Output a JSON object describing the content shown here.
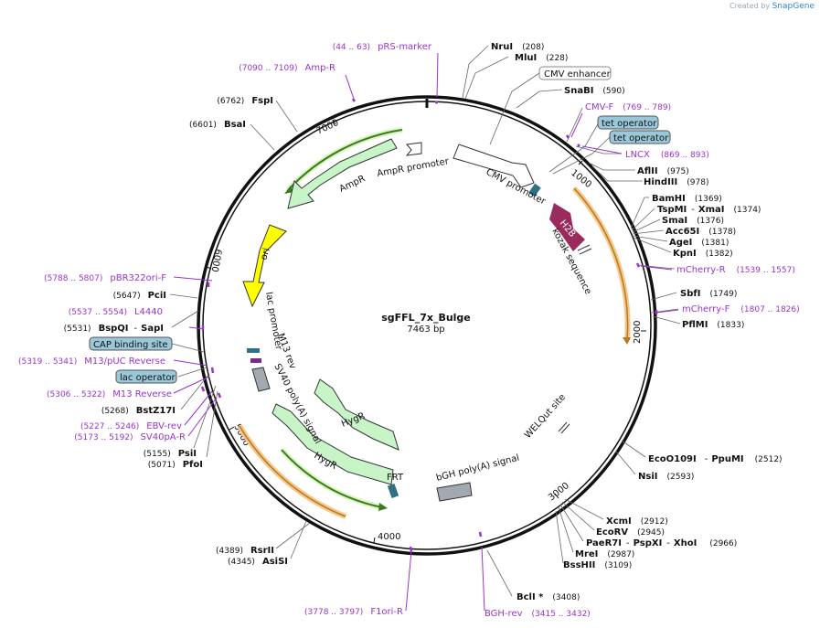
{
  "credit": {
    "prefix": "Created by",
    "brand": "SnapGene"
  },
  "plasmid": {
    "name": "sgFFL_7x_Bulge",
    "size": "7463 bp"
  },
  "colors": {
    "primer": "#9933cc",
    "enzyme": "#000000",
    "ring": "#111111",
    "gene": "#c8f5c8",
    "pink": "#9b2b5c",
    "ori": "#ffff00",
    "orange": "#f5a623"
  },
  "ticks": [
    "1000",
    "2000",
    "3000",
    "4000",
    "5000",
    "6000",
    "7000"
  ],
  "features": {
    "cmv_promoter": "CMV promoter",
    "h2b": "H2B",
    "kozak": "kozak sequence",
    "welq": "WELQut site",
    "bgh": "bGH poly(A) signal",
    "frt": "FRT",
    "hygr1": "HygR",
    "hygr2": "HygR",
    "sv40": "SV40 poly(A) signal",
    "m13rev": "M13 rev",
    "lac_promoter": "lac promoter",
    "ori": "ori",
    "ampr": "AmpR",
    "ampr_promoter": "AmpR promoter"
  },
  "labels_right": [
    {
      "name": "NruI",
      "pos": "(208)"
    },
    {
      "name": "MluI",
      "pos": "(228)"
    },
    {
      "name": "CMV enhancer",
      "pos": "",
      "boxed": "white"
    },
    {
      "name": "SnaBI",
      "pos": "(590)"
    },
    {
      "name": "CMV-F",
      "pos": "(769 .. 789)",
      "primer": true
    },
    {
      "name": "tet operator",
      "pos": "",
      "boxed": "blue"
    },
    {
      "name": "tet operator",
      "pos": "",
      "boxed": "blue"
    },
    {
      "name": "LNCX",
      "pos": "(869 .. 893)",
      "primer": true
    },
    {
      "name": "AflII",
      "pos": "(975)"
    },
    {
      "name": "HindIII",
      "pos": "(978)"
    },
    {
      "name": "BamHI",
      "pos": "(1369)"
    },
    {
      "name": "TspMI",
      "pos": "(1374)",
      "pair": "XmaI"
    },
    {
      "name": "SmaI",
      "pos": "(1376)"
    },
    {
      "name": "Acc65I",
      "pos": "(1378)"
    },
    {
      "name": "AgeI",
      "pos": "(1381)"
    },
    {
      "name": "KpnI",
      "pos": "(1382)"
    },
    {
      "name": "mCherry-R",
      "pos": "(1539 .. 1557)",
      "primer": true
    },
    {
      "name": "SbfI",
      "pos": "(1749)"
    },
    {
      "name": "mCherry-F",
      "pos": "(1807 .. 1826)",
      "primer": true
    },
    {
      "name": "PflMI",
      "pos": "(1833)"
    },
    {
      "name": "EcoO109I",
      "pos": "(2512)",
      "pair": "PpuMI"
    },
    {
      "name": "NsiI",
      "pos": "(2593)"
    },
    {
      "name": "XcmI",
      "pos": "(2912)"
    },
    {
      "name": "EcoRV",
      "pos": "(2945)"
    },
    {
      "name": "PaeR7I",
      "pos": "(2966)",
      "pair2": "PspXI",
      "pair3": "XhoI"
    },
    {
      "name": "MreI",
      "pos": "(2987)"
    },
    {
      "name": "BssHII",
      "pos": "(3109)"
    },
    {
      "name": "BclI *",
      "pos": "(3408)"
    },
    {
      "name": "BGH-rev",
      "pos": "(3415 .. 3432)",
      "primer": true
    }
  ],
  "labels_left": [
    {
      "name": "pRS-marker",
      "pos": "(44 .. 63)",
      "primer": true
    },
    {
      "name": "Amp-R",
      "pos": "(7090 .. 7109)",
      "primer": true
    },
    {
      "name": "FspI",
      "pos": "(6762)"
    },
    {
      "name": "BsaI",
      "pos": "(6601)"
    },
    {
      "name": "pBR322ori-F",
      "pos": "(5788 .. 5807)",
      "primer": true
    },
    {
      "name": "PciI",
      "pos": "(5647)"
    },
    {
      "name": "L4440",
      "pos": "(5537 .. 5554)",
      "primer": true
    },
    {
      "name": "BspQI",
      "pos": "(5531)",
      "pair": "SapI"
    },
    {
      "name": "CAP binding site",
      "pos": "",
      "boxed": "blue"
    },
    {
      "name": "M13/pUC Reverse",
      "pos": "(5319 .. 5341)",
      "primer": true
    },
    {
      "name": "lac operator",
      "pos": "",
      "boxed": "blue"
    },
    {
      "name": "M13 Reverse",
      "pos": "(5306 .. 5322)",
      "primer": true
    },
    {
      "name": "BstZ17I",
      "pos": "(5268)"
    },
    {
      "name": "EBV-rev",
      "pos": "(5227 .. 5246)",
      "primer": true
    },
    {
      "name": "SV40pA-R",
      "pos": "(5173 .. 5192)",
      "primer": true
    },
    {
      "name": "PsiI",
      "pos": "(5155)"
    },
    {
      "name": "PfoI",
      "pos": "(5071)"
    },
    {
      "name": "RsrII",
      "pos": "(4389)"
    },
    {
      "name": "AsiSI",
      "pos": "(4345)"
    },
    {
      "name": "F1ori-R",
      "pos": "(3778 .. 3797)",
      "primer": true
    }
  ]
}
